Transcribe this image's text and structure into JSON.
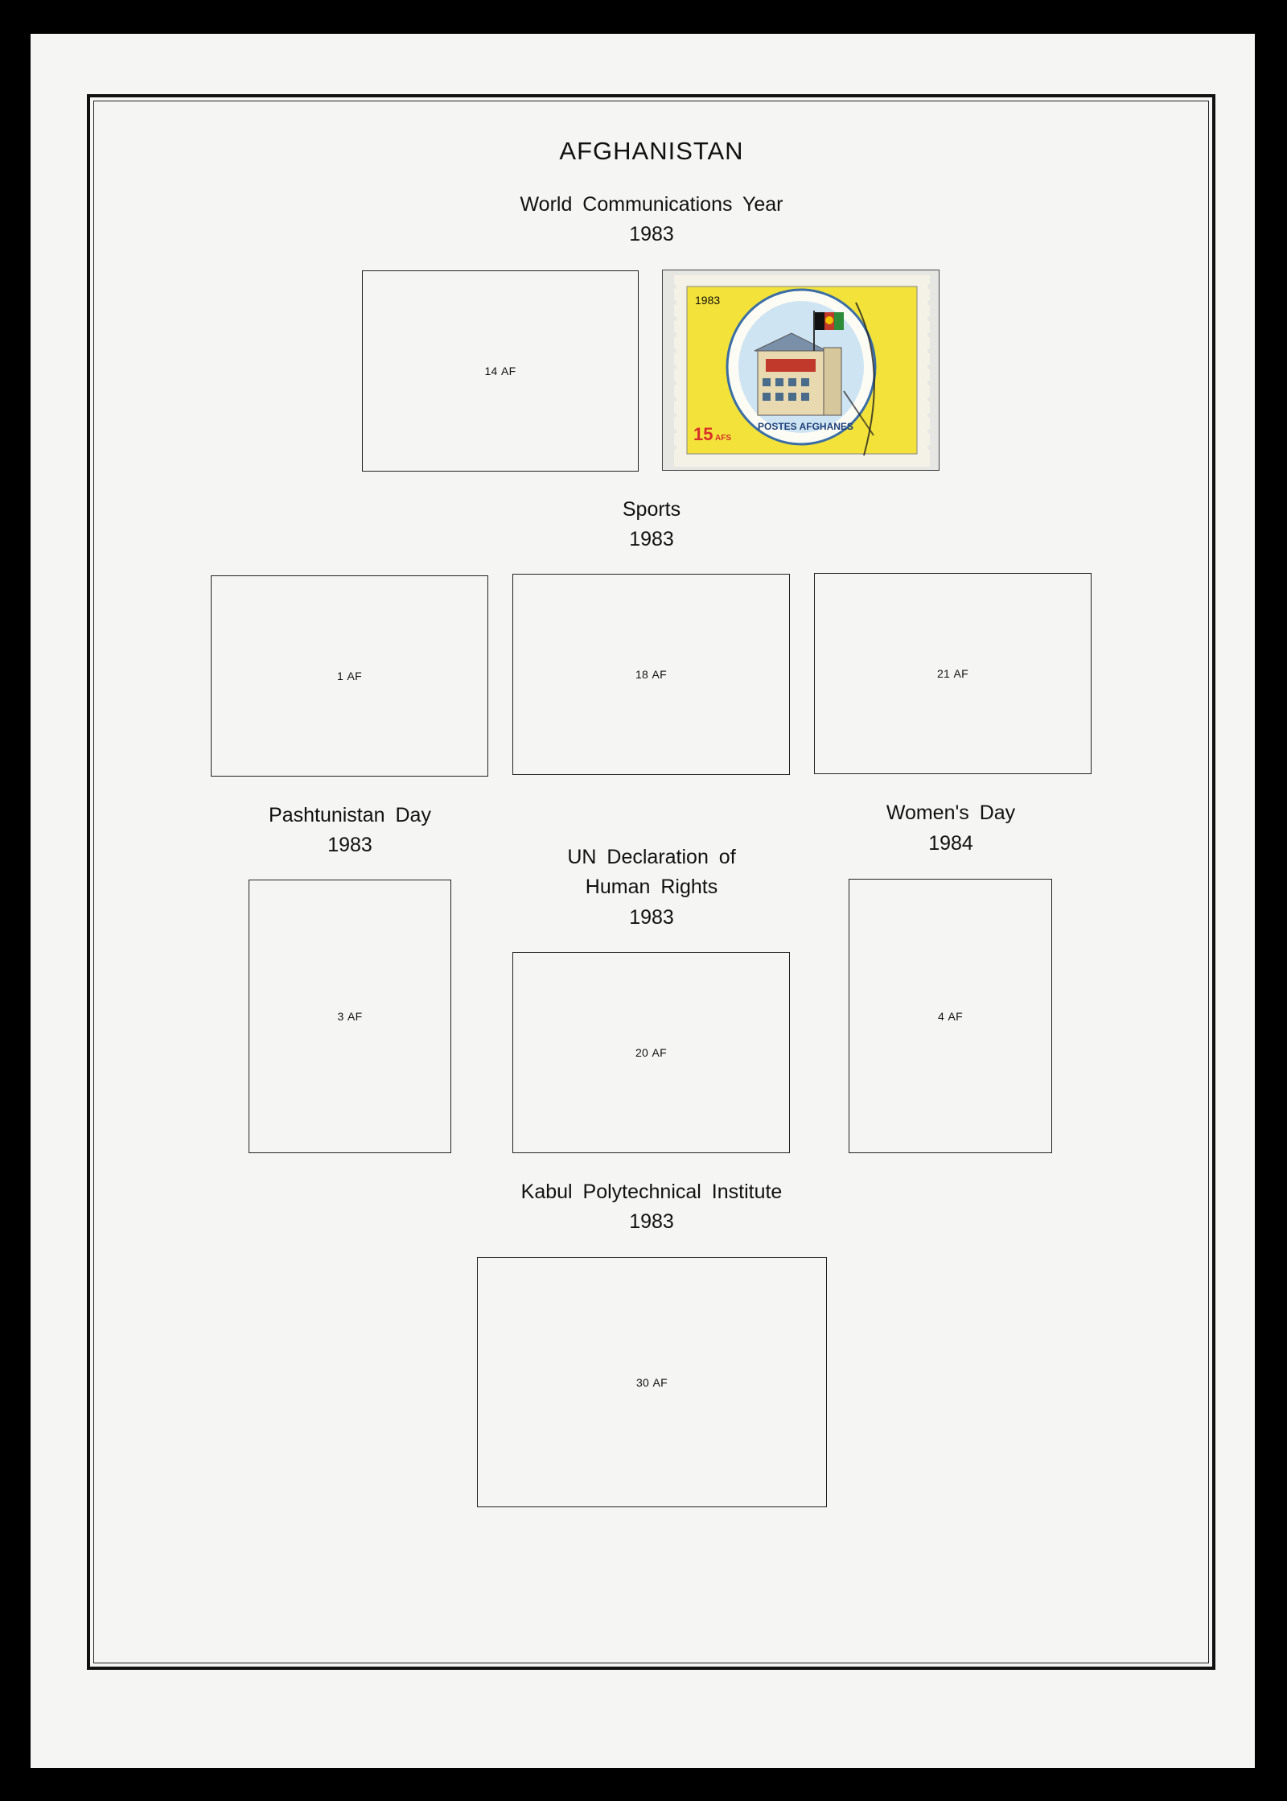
{
  "page": {
    "title": "AFGHANISTAN"
  },
  "sections": {
    "wcy": {
      "name": "World Communications Year",
      "year": "1983",
      "slots": [
        "14 AF"
      ]
    },
    "sports": {
      "name": "Sports",
      "year": "1983",
      "slots": [
        "1 AF",
        "18 AF",
        "21 AF"
      ]
    },
    "pashtunistan": {
      "name": "Pashtunistan Day",
      "year": "1983",
      "slots": [
        "3 AF"
      ]
    },
    "un": {
      "line1": "UN Declaration of",
      "line2": "Human Rights",
      "year": "1983",
      "slots": [
        "20 AF"
      ]
    },
    "women": {
      "name": "Women's Day",
      "year": "1984",
      "slots": [
        "4 AF"
      ]
    },
    "kabul": {
      "name": "Kabul Polytechnical Institute",
      "year": "1983",
      "slots": [
        "30 AF"
      ]
    }
  },
  "stamp": {
    "year": "1983",
    "value": "15",
    "currency": "AFS",
    "country": "POSTES AFGHANES",
    "colors": {
      "background": "#f2e23a",
      "value": "#d8302a"
    }
  }
}
